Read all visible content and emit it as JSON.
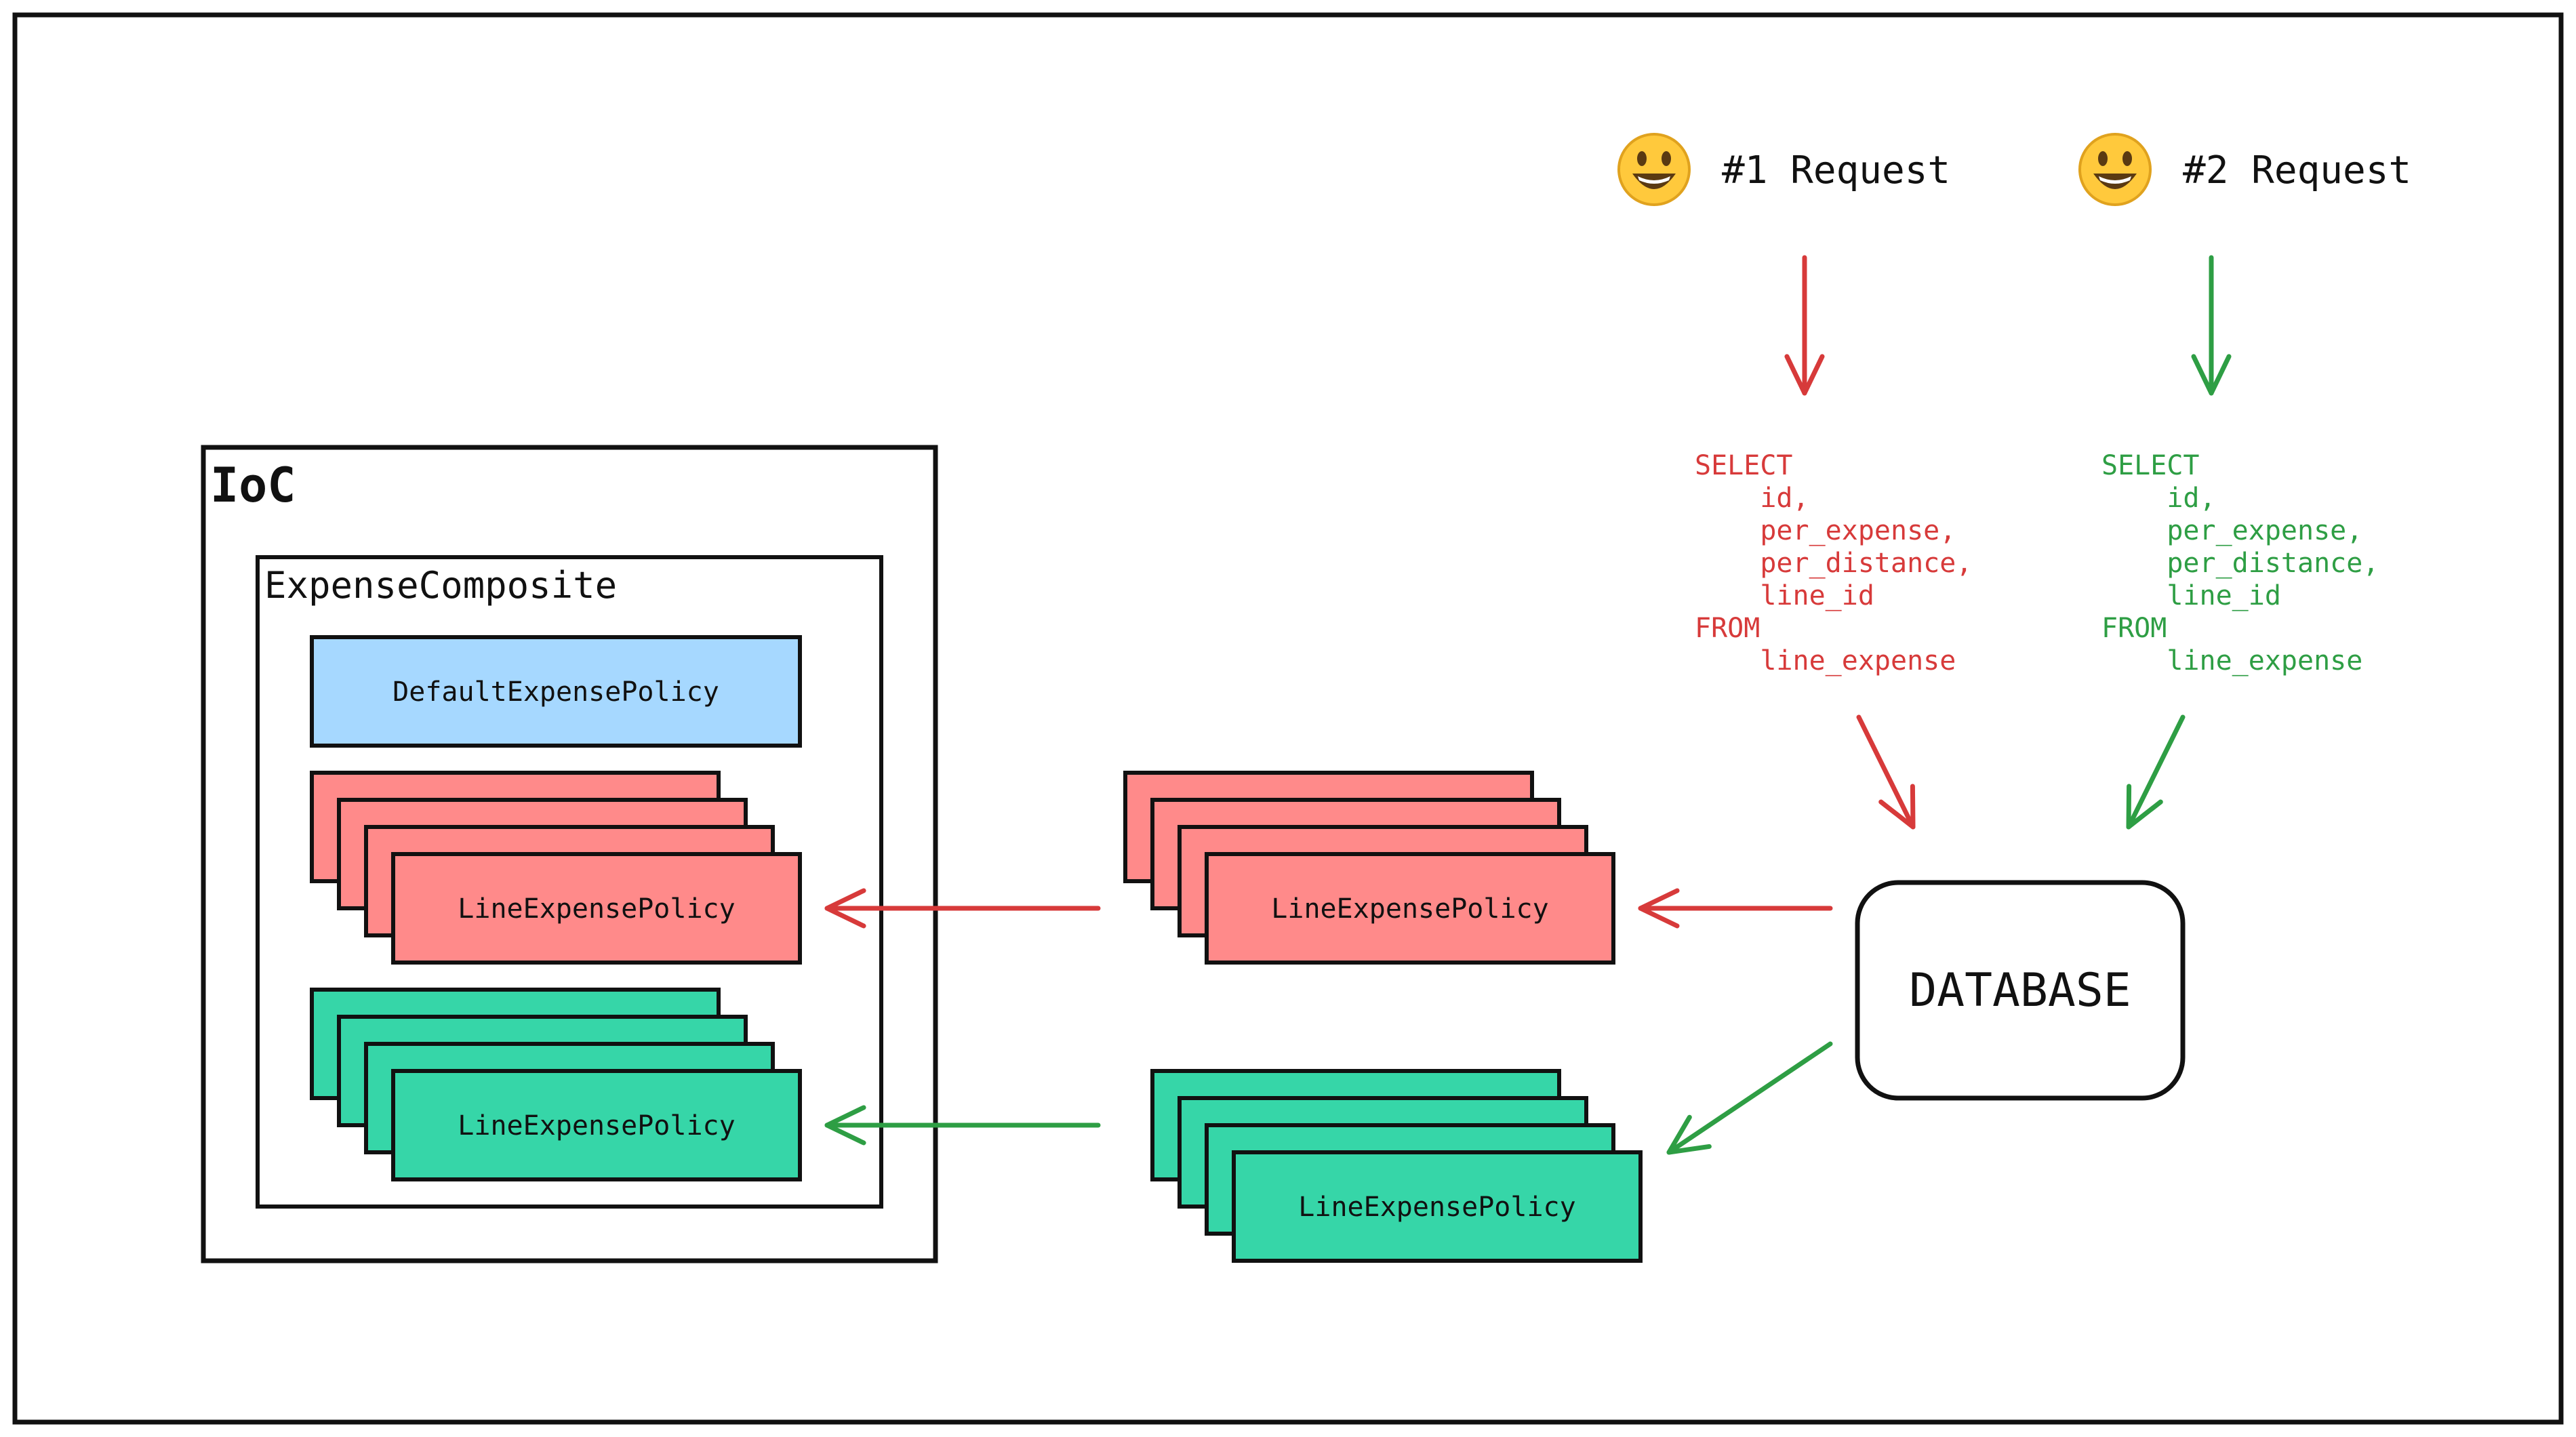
{
  "colors": {
    "red": "#D73A3A",
    "green": "#2E9E44",
    "red_fill": "#FF8A8A",
    "green_fill": "#36D6A8",
    "blue_fill": "#A6D8FF",
    "stroke": "#111111",
    "emoji_face": "#FFC93C"
  },
  "ioc": {
    "label": "IoC"
  },
  "composite": {
    "label": "ExpenseComposite"
  },
  "default_policy": {
    "label": "DefaultExpensePolicy"
  },
  "ioc_red_stack": {
    "label": "LineExpensePolicy"
  },
  "ioc_green_stack": {
    "label": "LineExpensePolicy"
  },
  "mid_red_stack": {
    "label": "LineExpensePolicy"
  },
  "mid_green_stack": {
    "label": "LineExpensePolicy"
  },
  "database": {
    "label": "DATABASE"
  },
  "request1": {
    "emoji": "smiling-face-icon",
    "label": "#1 Request"
  },
  "request2": {
    "emoji": "smiling-face-icon",
    "label": "#2 Request"
  },
  "sql1": {
    "lines": [
      "SELECT",
      "    id,",
      "    per_expense,",
      "    per_distance,",
      "    line_id",
      "FROM",
      "    line_expense"
    ]
  },
  "sql2": {
    "lines": [
      "SELECT",
      "    id,",
      "    per_expense,",
      "    per_distance,",
      "    line_id",
      "FROM",
      "    line_expense"
    ]
  }
}
